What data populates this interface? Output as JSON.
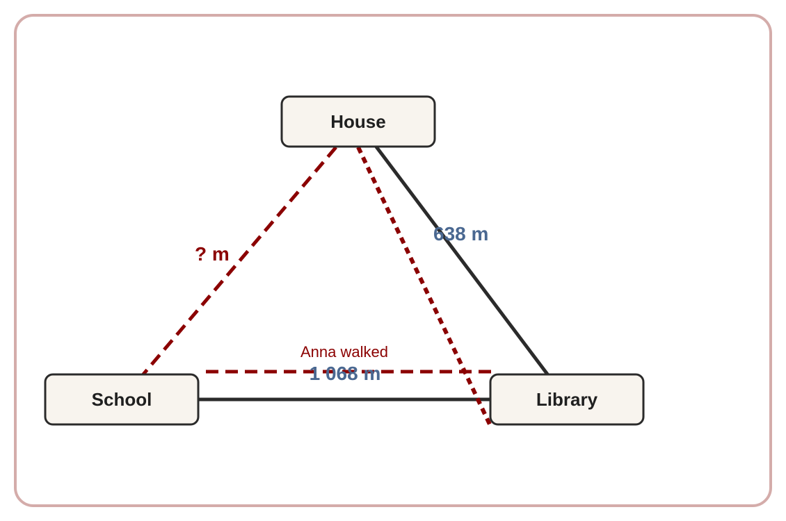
{
  "nodes": {
    "house": "House",
    "school": "School",
    "library": "Library"
  },
  "edges": {
    "house_library": "638 m",
    "school_library": "1 068 m",
    "house_school": "? m"
  },
  "annotation": "Anna walked",
  "colors": {
    "frame_border": "#d4acaa",
    "node_fill": "#f8f4ee",
    "node_stroke": "#2b2b2b",
    "known_distance": "#4a6891",
    "unknown_path": "#8b0000"
  }
}
